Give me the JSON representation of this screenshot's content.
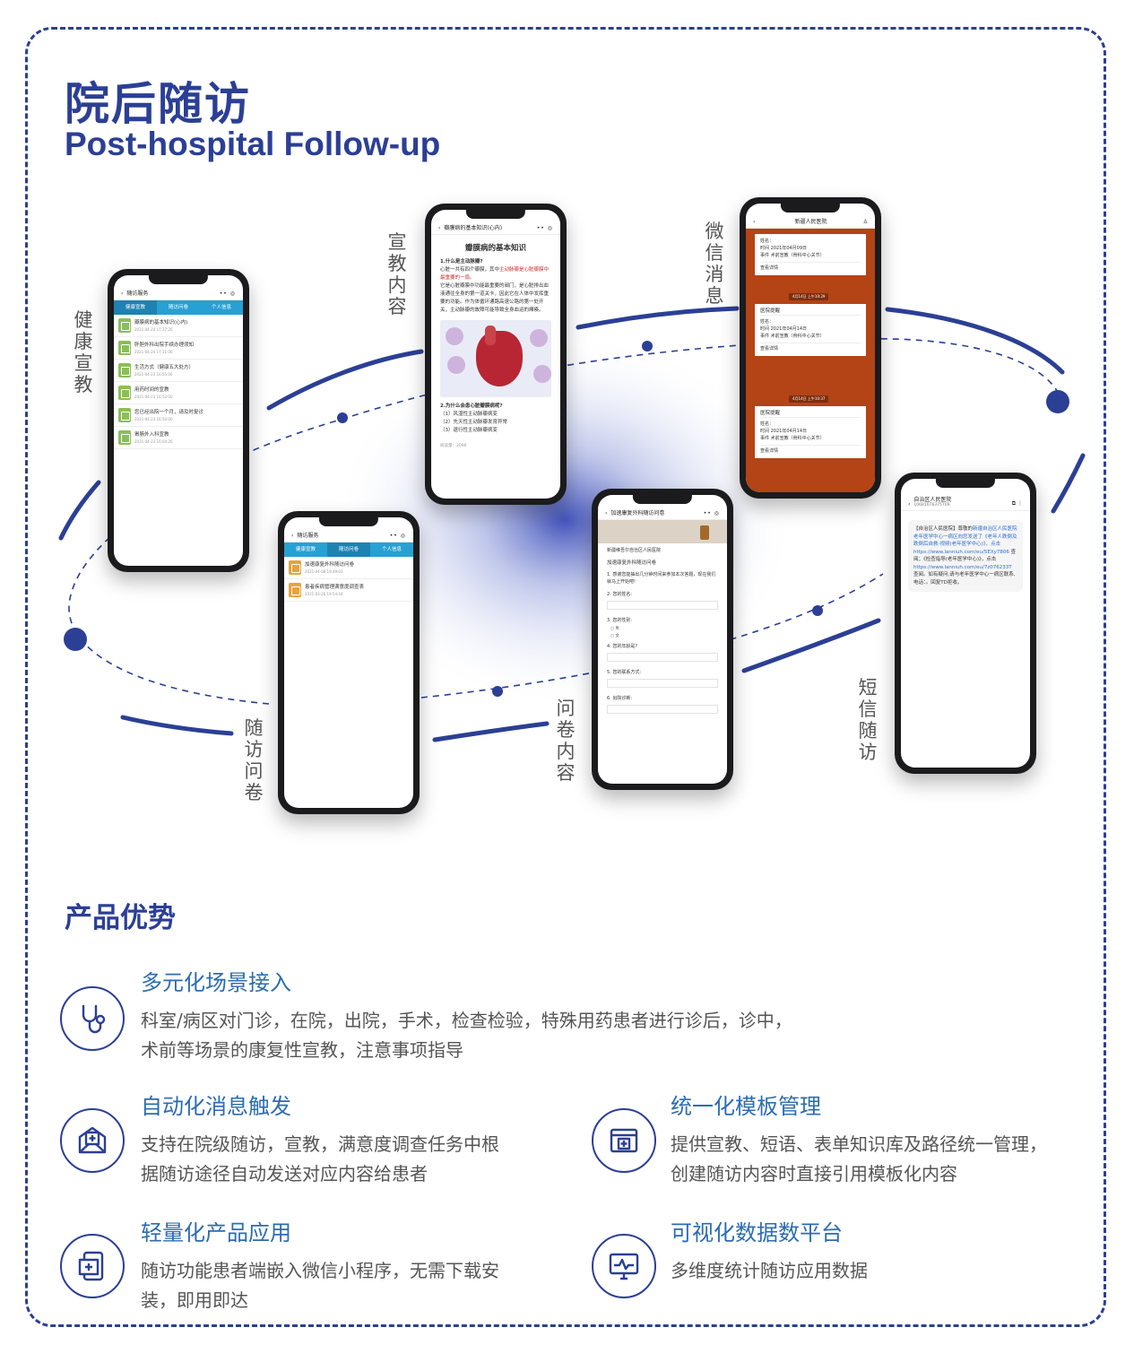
{
  "header": {
    "title_cn": "院后随访",
    "title_en": "Post-hospital Follow-up"
  },
  "labels": {
    "health_edu": "健康宣教",
    "edu_content": "宣教内容",
    "wechat_msg": "微信消息",
    "questionnaire": "随访问卷",
    "q_content": "问卷内容",
    "sms": "短信随访"
  },
  "phone1": {
    "title": "随访服务",
    "tabs": [
      "健康宣教",
      "随访问卷",
      "个人信息"
    ],
    "items": [
      {
        "t": "瓣膜病的基本知识(心内)",
        "s": "2021-04-24 17:37:26"
      },
      {
        "t": "肝胆外科出院手续办理须知",
        "s": "2021-04-24 17:31:00"
      },
      {
        "t": "生活方式（健康五大处方）",
        "s": "2021-04-23 16:55:00"
      },
      {
        "t": "用药时间的宣教",
        "s": "2021-04-23 16:53:00"
      },
      {
        "t": "您已经出院一个月，请及时复诊",
        "s": "2021-04-23 16:50:00"
      },
      {
        "t": "胃肠外入科宣教",
        "s": "2021-04-23 16:04:26"
      }
    ]
  },
  "phone2": {
    "title": "瓣膜病的基本知识(心内)",
    "heading": "瓣膜病的基本知识",
    "q1": "1.什么是主动脉瓣?",
    "p1a": "心脏一共有四个瓣膜，其中",
    "p1red": "主动脉瓣是心脏瓣膜中最重要的一扇。",
    "p1b": "它是心脏瓣膜中功能最重要的阀门，是心脏排出血液通往全身的第一道关卡，因此它在人体中发挥重要的功能。作为体循环通路高速公路的第一处开关，主动脉瓣的故障可能导致全身血运的瘫痪。",
    "q2": "2.为什么会患心脏瓣膜病呢?",
    "l1": "（1）风湿性主动脉瓣病变",
    "l2": "（2）先天性主动脉瓣发育异常",
    "l3": "（3）退行性主动脉瓣病变",
    "reads": "阅读量：2096"
  },
  "phone3": {
    "title": "新疆人民医院",
    "card_h": "医院提醒",
    "name": "姓名：",
    "t1": "时间   2021年04月09日",
    "t2": "时间   2021年04月14日",
    "ev": "事件   术前宣教（骨科中心关节）",
    "more": "查看详情",
    "time1": "4月14日 上午10:29",
    "time2": "4月14日 上午10:37"
  },
  "phone4": {
    "title": "随访服务",
    "tabs": [
      "健康宣教",
      "随访问卷",
      "个人信息"
    ],
    "items": [
      {
        "t": "加速康复外科随访问卷",
        "s": "2021-04-08 19:49:03"
      },
      {
        "t": "患者疾病管理满意度调查表",
        "s": "2021-03-26 19:54:44"
      }
    ]
  },
  "phone5": {
    "title": "加速康复外科随访问卷",
    "org": "新疆维吾尔自治区人民医院",
    "form": "加速康复外科随访问卷",
    "intro": "1. 感谢您能抽出几分钟时间来参加本次答题，现在我们就马上开始吧!",
    "q2": "2. 您的姓名:",
    "q3": "3. 您的性别:",
    "male": "男",
    "female": "女",
    "q4": "4. 您的年龄是?",
    "q5": "5. 您的联系方式:",
    "q6": "6. 出院诊断:"
  },
  "phone6": {
    "sender": "自治区人民医院",
    "number": "10681676375709",
    "msg_a": "【自治区人民医院】尊敬的",
    "msg_b": "新疆自治区人民医院老年医学中心一病区向您发送了《老年人跌倒及跌倒后自救-视频(老年医学中心)》，点击",
    "link1": "https://www.lanniuh.com/eu/5EXy7806",
    "msg_c": "查阅；《检查指导(老年医学中心)》，点击",
    "link2": "https://www.lanniuh.com/eu/7z076233T",
    "msg_d": "查阅。如有疑问,请与老年医学中心一病区联系,电话：。回复TD拒收。"
  },
  "section2": {
    "title": "产品优势"
  },
  "features": [
    {
      "title": "多元化场景接入",
      "desc_1": "科室/病区对门诊，在院，出院，手术，检查检验，特殊用药患者进行诊后，诊中，",
      "desc_2": "术前等场景的康复性宣教，注意事项指导",
      "icon": "stethoscope-icon"
    },
    {
      "title": "自动化消息触发",
      "desc_1": "支持在院级随访，宣教，满意度调查任务中根",
      "desc_2": "据随访途径自动发送对应内容给患者",
      "icon": "medical-mail-icon"
    },
    {
      "title": "统一化模板管理",
      "desc_1": "提供宣教、短语、表单知识库及路径统一管理，",
      "desc_2": "创建随访内容时直接引用模板化内容",
      "icon": "browser-plus-icon"
    },
    {
      "title": "轻量化产品应用",
      "desc_1": "随访功能患者端嵌入微信小程序，无需下载安",
      "desc_2": "装，即用即达",
      "icon": "mobile-medical-icon"
    },
    {
      "title": "可视化数据数平台",
      "desc_1": "多维度统计随访应用数据",
      "desc_2": "",
      "icon": "monitor-chart-icon"
    }
  ],
  "colors": {
    "brand": "#2b3f95",
    "accent": "#2b6cb0"
  }
}
